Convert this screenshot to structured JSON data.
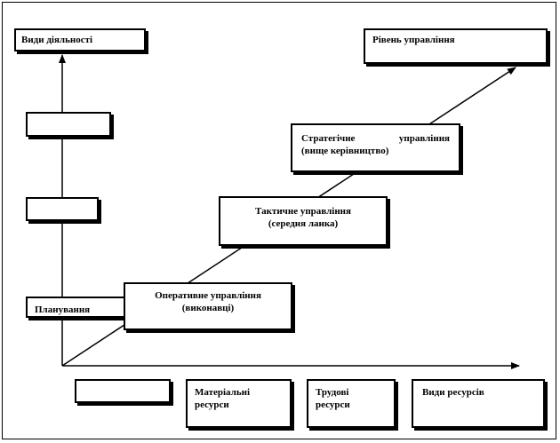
{
  "axes": {
    "vertical_label": "Види діяльності",
    "level_label": "Рівень управління",
    "horizontal_label": "Види ресурсів"
  },
  "activities": {
    "planning": "Планування",
    "blank_1": "",
    "blank_2": ""
  },
  "levels": {
    "strategic_line1": "Стратегічне управління",
    "strategic_line2": "(вище керівництво)",
    "tactical_line1": "Тактичне управління",
    "tactical_line2": "(середня ланка)",
    "operational_line1": "Оперативне управління",
    "operational_line2": "(виконавці)"
  },
  "resources": {
    "blank": "",
    "material_line1": "Матеріальні",
    "material_line2": "ресурси",
    "labor_line1": "Трудові",
    "labor_line2": "ресурси"
  }
}
